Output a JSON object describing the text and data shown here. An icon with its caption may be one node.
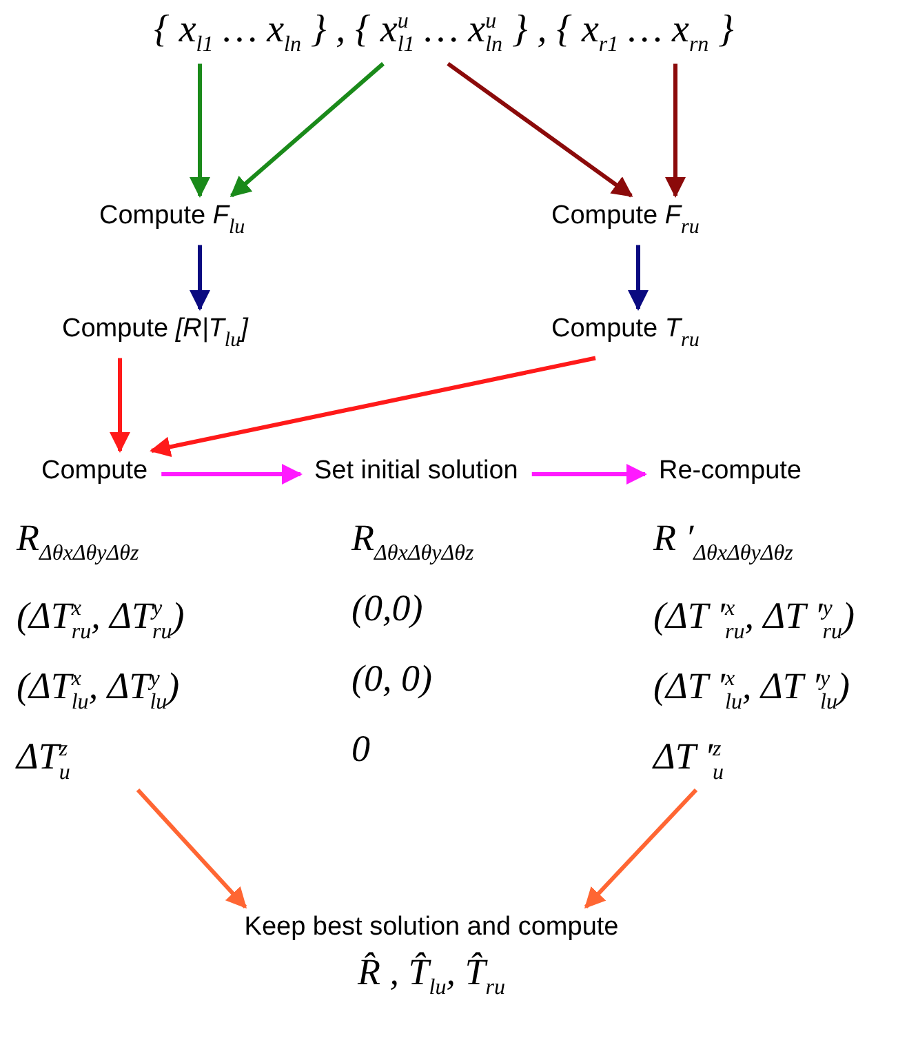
{
  "diagram": {
    "nodes": [
      {
        "text": [
          "{ x$_{l1}$ … x$_{ln}$ } , { x$^{u}$$_{l1}$ … x$^{u}$$_{ln}$ } , { x$_{r1}$ … x$_{rn}$ }"
        ]
      },
      {
        "text": [
          "Compute *F*$_{lu}$"
        ]
      },
      {
        "text": [
          "Compute *F*$_{ru}$"
        ]
      },
      {
        "text": [
          "Compute *[R|T*$_{lu}$*]*"
        ]
      },
      {
        "text": [
          "Compute *T*$_{ru}$"
        ]
      },
      {
        "text": [
          "Compute"
        ]
      },
      {
        "text": [
          "Set initial solution"
        ]
      },
      {
        "text": [
          "Re-compute"
        ]
      },
      {
        "text": [
          "R$_{ΔθxΔθyΔθz}$",
          "(ΔT$^{x}$$_{ru}$, ΔT$^{y}$$_{ru}$)",
          "(ΔT$^{x}$$_{lu}$, ΔT$^{y}$$_{lu}$)",
          "ΔT$^{z}$$_{u}$"
        ]
      },
      {
        "text": [
          "R$_{ΔθxΔθyΔθz}$",
          "(0,0)",
          "(0, 0)",
          "0"
        ]
      },
      {
        "text": [
          "R ′$_{ΔθxΔθyΔθz}$",
          "(ΔT ′$^{x}$$_{ru}$, ΔT ′$^{y}$$_{ru}$)",
          "(ΔT ′$^{x}$$_{lu}$, ΔT ′$^{y}$$_{lu}$)",
          "ΔT ′$^{z}$$_{u}$"
        ]
      },
      {
        "text": [
          "Keep best solution and compute",
          "R̂ , T̂$_{lu}$, T̂$_{ru}$"
        ]
      }
    ],
    "edges": [
      {
        "from": 0,
        "to": 1,
        "arrow": "to",
        "color": "#1a8a1a"
      },
      {
        "from": 0,
        "to": 1,
        "arrow": "to",
        "color": "#1a8a1a"
      },
      {
        "from": 0,
        "to": 2,
        "arrow": "to",
        "color": "#8b0a0a"
      },
      {
        "from": 0,
        "to": 2,
        "arrow": "to",
        "color": "#8b0a0a"
      },
      {
        "from": 1,
        "to": 3,
        "arrow": "to",
        "color": "#0a0a80"
      },
      {
        "from": 2,
        "to": 4,
        "arrow": "to",
        "color": "#0a0a80"
      },
      {
        "from": 3,
        "to": 5,
        "arrow": "to",
        "color": "#ff1a1a"
      },
      {
        "from": 4,
        "to": 5,
        "arrow": "to",
        "color": "#ff1a1a"
      },
      {
        "from": 5,
        "to": 6,
        "arrow": "to",
        "color": "#ff1aff"
      },
      {
        "from": 6,
        "to": 7,
        "arrow": "to",
        "color": "#ff1aff"
      },
      {
        "from": 8,
        "to": 11,
        "arrow": "to",
        "color": "#ff6633"
      },
      {
        "from": 10,
        "to": 11,
        "arrow": "to",
        "color": "#ff6633"
      }
    ]
  }
}
